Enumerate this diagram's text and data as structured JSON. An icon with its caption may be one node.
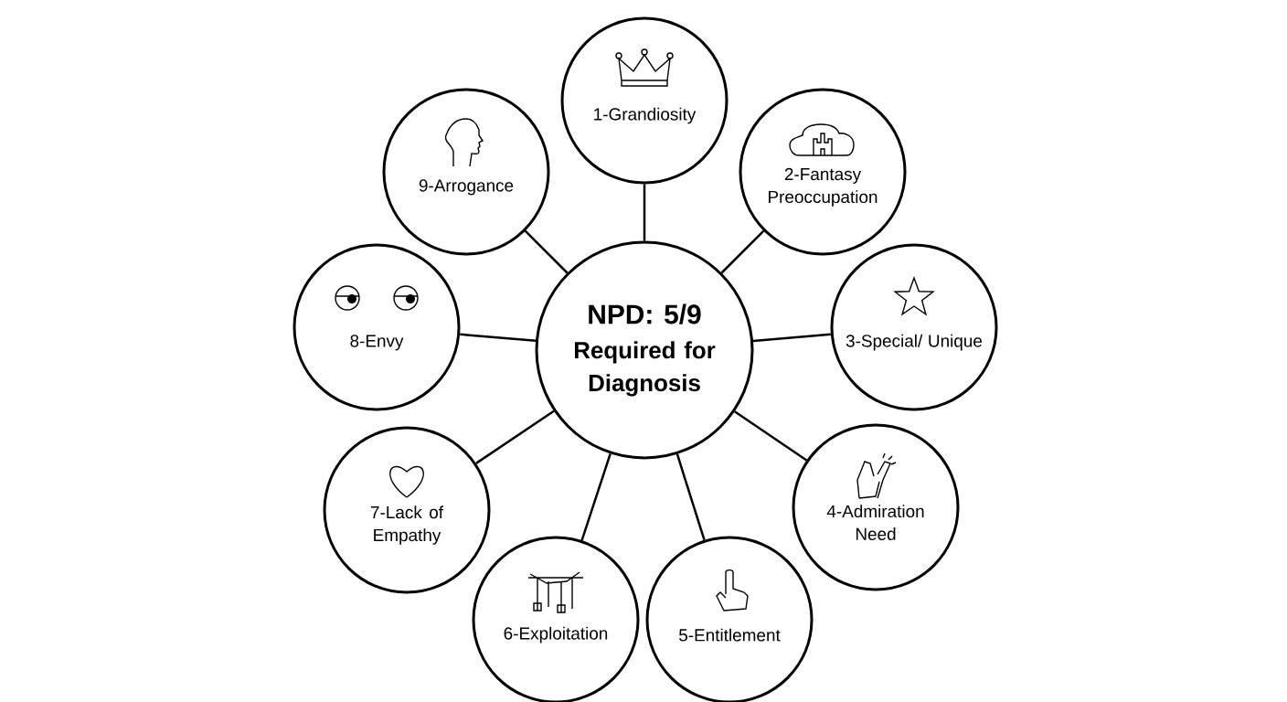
{
  "diagram": {
    "nodes": [
      {
        "text": [
          "NPD: 5/9",
          "Required for Diagnosis"
        ]
      },
      {
        "text": [
          "1-Grandiosity"
        ]
      },
      {
        "text": [
          "2-Fantasy Preoccupation"
        ]
      },
      {
        "text": [
          "3-Special/ Unique"
        ]
      },
      {
        "text": [
          "4-Admiration Need"
        ]
      },
      {
        "text": [
          "5-Entitlement"
        ]
      },
      {
        "text": [
          "6-Exploitation"
        ]
      },
      {
        "text": [
          "7-Lack of Empathy"
        ]
      },
      {
        "text": [
          "8-Envy"
        ]
      },
      {
        "text": [
          "9-Arrogance"
        ]
      }
    ],
    "edges": [
      {
        "from": 0,
        "to": 1,
        "arrow": "none"
      },
      {
        "from": 0,
        "to": 2,
        "arrow": "none"
      },
      {
        "from": 0,
        "to": 3,
        "arrow": "none"
      },
      {
        "from": 0,
        "to": 4,
        "arrow": "none"
      },
      {
        "from": 0,
        "to": 5,
        "arrow": "none"
      },
      {
        "from": 0,
        "to": 6,
        "arrow": "none"
      },
      {
        "from": 0,
        "to": 7,
        "arrow": "none"
      },
      {
        "from": 0,
        "to": 8,
        "arrow": "none"
      },
      {
        "from": 0,
        "to": 9,
        "arrow": "none"
      }
    ]
  }
}
